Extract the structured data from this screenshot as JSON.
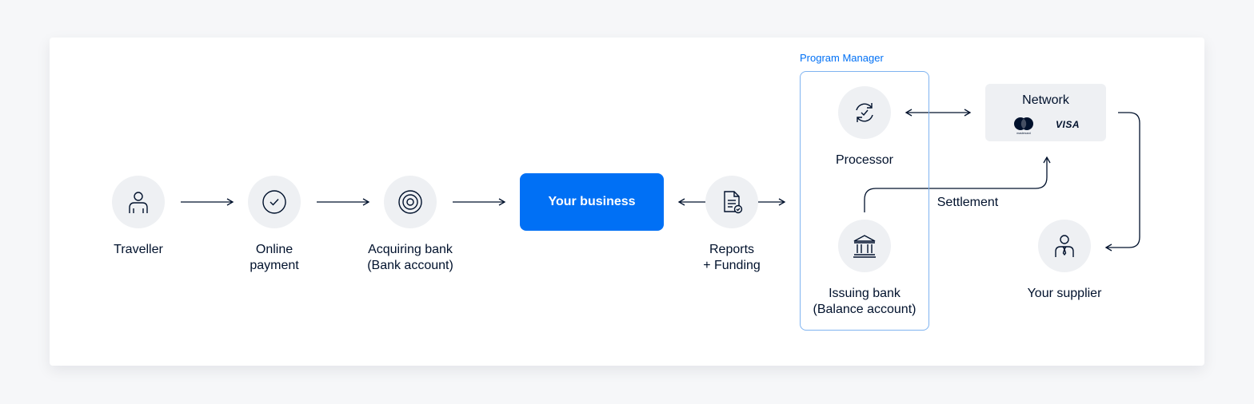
{
  "nodes": {
    "traveller": {
      "label": "Traveller",
      "icon": "person-icon"
    },
    "online_payment": {
      "line1": "Online",
      "line2": "payment",
      "icon": "check-circle-icon"
    },
    "acquiring_bank": {
      "line1": "Acquiring bank",
      "line2": "(Bank account)",
      "icon": "target-icon"
    },
    "your_business": {
      "label": "Your business"
    },
    "reports": {
      "line1": "Reports",
      "line2": "+ Funding",
      "icon": "document-check-icon"
    },
    "processor": {
      "label": "Processor",
      "icon": "sync-check-icon"
    },
    "issuing_bank": {
      "line1": "Issuing bank",
      "line2": "(Balance account)",
      "icon": "bank-icon"
    },
    "network": {
      "label": "Network",
      "card_brands": [
        "mastercard",
        "VISA"
      ]
    },
    "supplier": {
      "label": "Your supplier",
      "icon": "businessperson-icon"
    }
  },
  "program_manager": {
    "label": "Program Manager"
  },
  "edges": {
    "settlement_label": "Settlement"
  },
  "colors": {
    "accent": "#0070f5",
    "program_manager_border": "#7fb3f0",
    "node_fill": "#eef0f3",
    "text": "#00112c",
    "background": "#f6f7f9"
  }
}
